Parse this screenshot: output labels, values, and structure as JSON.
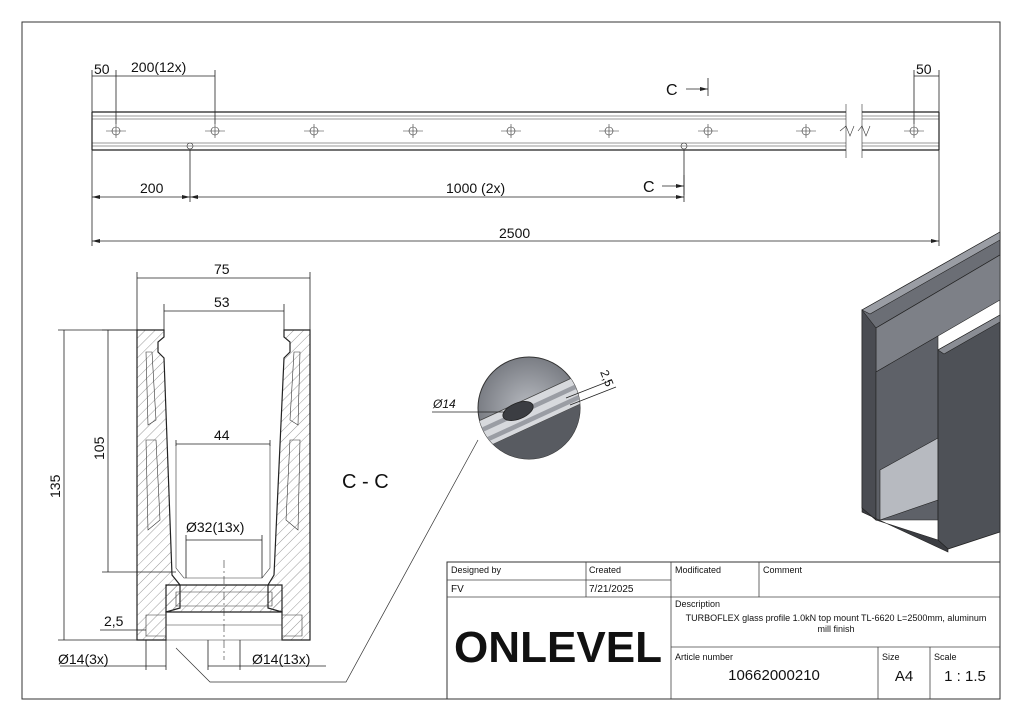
{
  "top_view": {
    "dim_end_left": "50",
    "dim_spacing": "200(12x)",
    "dim_end_right": "50",
    "dim_first_slot": "200",
    "dim_slot_spacing": "1000 (2x)",
    "dim_total": "2500",
    "section_mark": "C"
  },
  "section_view": {
    "width_outer": "75",
    "width_inner": "53",
    "width_bottom": "44",
    "height_total": "135",
    "height_inner": "105",
    "wall": "2,5",
    "hole_large": "Ø32(13x)",
    "hole_small_left": "Ø14(3x)",
    "hole_small_right": "Ø14(13x)",
    "section_label": "C - C"
  },
  "detail_view": {
    "hole": "Ø14",
    "wall": "2,5"
  },
  "title_block": {
    "designed_by_label": "Designed by",
    "designed_by_value": "FV",
    "created_label": "Created",
    "created_value": "7/21/2025",
    "modificated_label": "Modificated",
    "comment_label": "Comment",
    "description_label": "Description",
    "description_line1": "TURBOFLEX glass profile 1.0kN top mount TL-6620 L=2500mm, aluminum",
    "description_line2": "mill finish",
    "article_label": "Article number",
    "article_value": "10662000210",
    "size_label": "Size",
    "size_value": "A4",
    "scale_label": "Scale",
    "scale_value": "1 : 1.5",
    "logo_text": "ONLEVEL"
  },
  "colors": {
    "line": "#222222",
    "iso_dark": "#4a4c52",
    "iso_mid": "#6b6e75",
    "iso_light": "#9a9da4"
  }
}
